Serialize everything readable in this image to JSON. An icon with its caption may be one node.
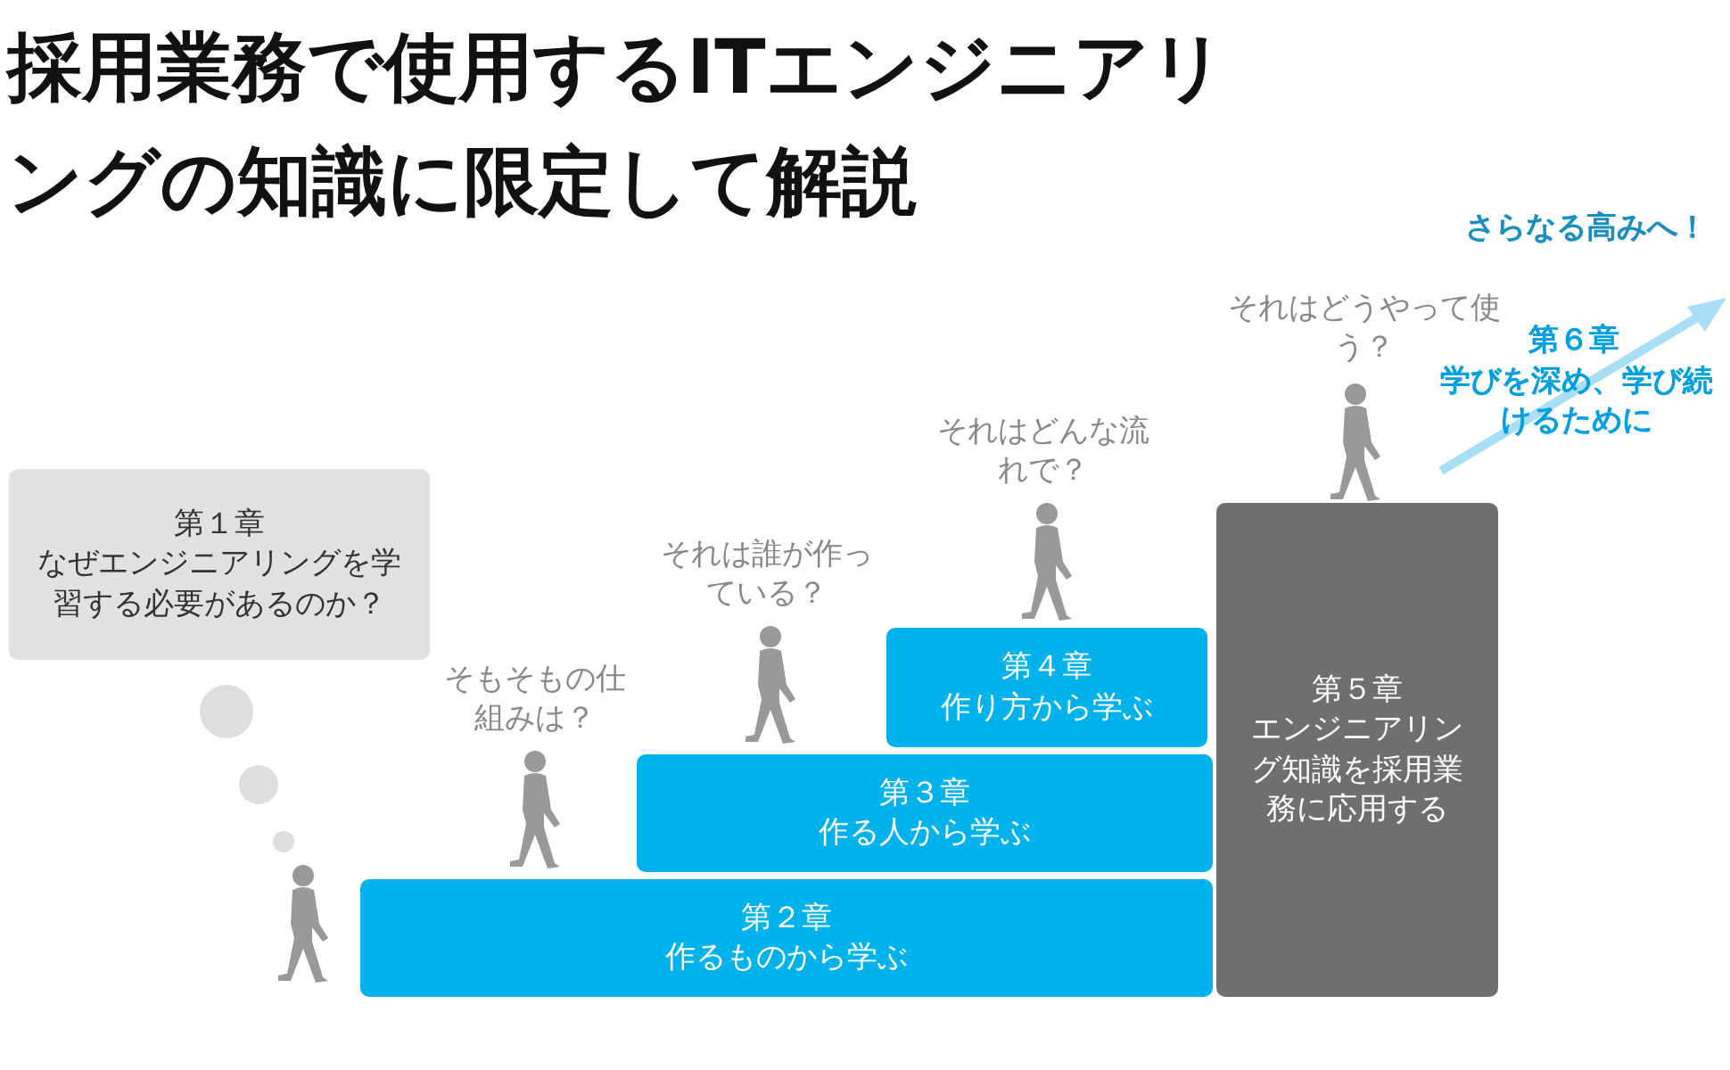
{
  "diagram": {
    "title": "採用業務で使用するITエンジニアリングの知識に限定して解説",
    "nodes": [
      {
        "text": [
          "第１章",
          "なぜエンジニアリングを学習する必要があるのか？"
        ]
      },
      {
        "text": [
          "第２章",
          "作るものから学ぶ"
        ]
      },
      {
        "text": [
          "第３章",
          "作る人から学ぶ"
        ]
      },
      {
        "text": [
          "第４章",
          "作り方から学ぶ"
        ]
      },
      {
        "text": [
          "第５章",
          "エンジニアリング知識を採用業務に応用する"
        ]
      }
    ],
    "labels": [
      "そもそもの仕組みは？",
      "それは誰が作っている？",
      "それはどんな流れで？",
      "それはどうやって使う？",
      "さらなる高みへ！",
      "第６章",
      "学びを深め、学び続けるために"
    ]
  }
}
